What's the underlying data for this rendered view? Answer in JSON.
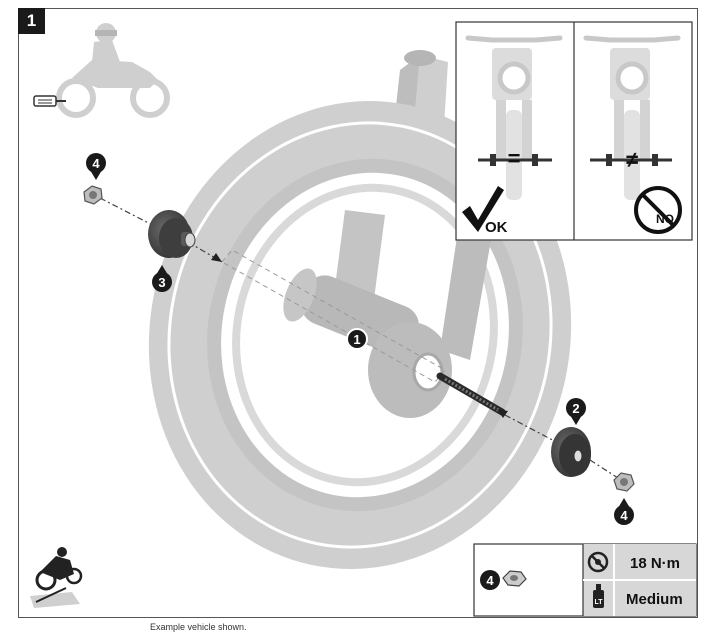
{
  "step_number": "1",
  "callouts": {
    "axle": "1",
    "spacer_right": "2",
    "spacer_left": "3",
    "nut_left": "4",
    "nut_right": "4"
  },
  "alignment_inset": {
    "ok_label": "OK",
    "no_label": "NO"
  },
  "torque_table": {
    "item_number": "4",
    "torque_value": "18 N·m",
    "threadlock_label": "Medium"
  },
  "caption": "Example vehicle shown.",
  "colors": {
    "ghost_gray": "#c8c8c8",
    "part_dark": "#4a4a4a",
    "callout_black": "#1a1a1a"
  }
}
